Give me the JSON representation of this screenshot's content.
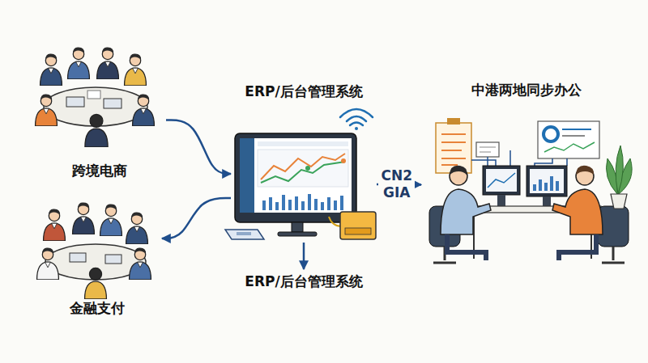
{
  "diagram": {
    "nodes": [
      {
        "text": [
          "跨境电商"
        ]
      },
      {
        "text": [
          "金融支付"
        ]
      },
      {
        "text": [
          "ERP/后台管理系统"
        ]
      },
      {
        "text": [
          "ERP/后台管理系统"
        ]
      },
      {
        "text": [
          "中港两地同步办公"
        ]
      }
    ],
    "edges": [
      {
        "from": 0,
        "to": 2,
        "arrow": "to"
      },
      {
        "from": 2,
        "to": 1,
        "arrow": "to"
      },
      {
        "from": 2,
        "to": 4,
        "label": "CN2 GIA",
        "arrow": "to"
      },
      {
        "from": 2,
        "to": 3,
        "arrow": "to"
      }
    ]
  }
}
